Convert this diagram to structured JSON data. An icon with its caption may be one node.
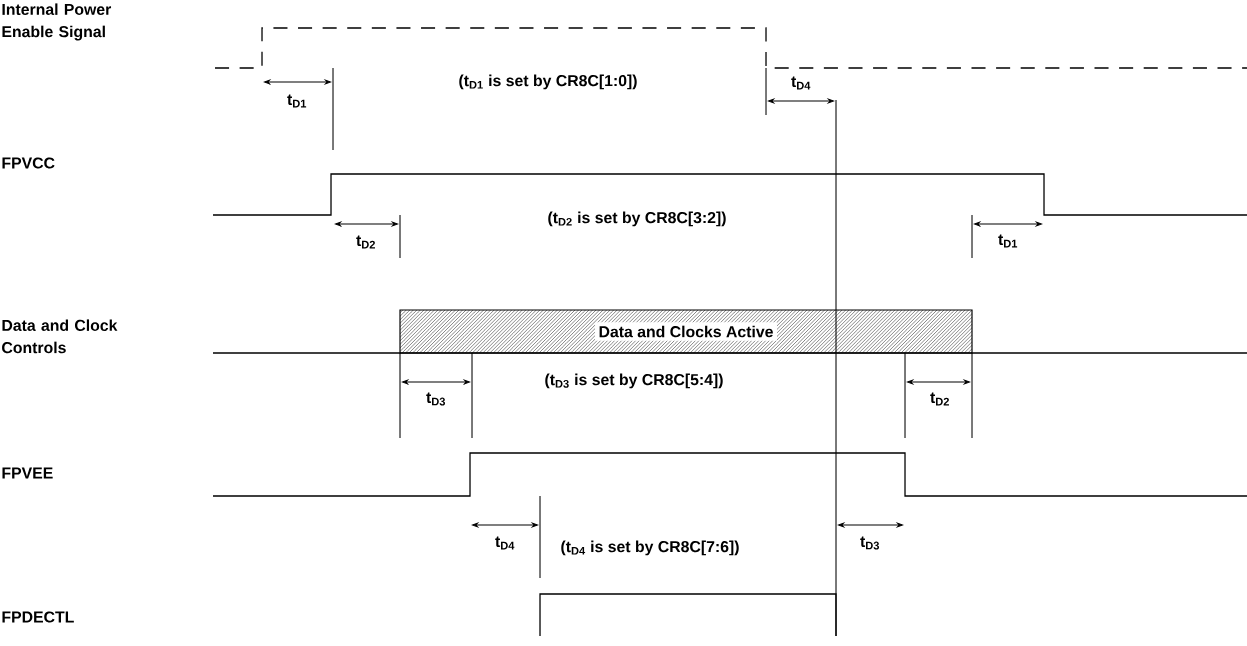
{
  "diagram": {
    "nodes": [
      {
        "text": [
          "Data and Clocks Active"
        ]
      }
    ],
    "labels": [
      "Internal Power Enable Signal",
      "t$_{D1}$",
      "(t$_{D1}$ is set by CR8C[1:0])",
      "t$_{D4}$",
      "FPVCC",
      "t$_{D2}$",
      "(t$_{D2}$ is set by CR8C[3:2])",
      "t$_{D1}$",
      "Data and Clock Controls",
      "t$_{D3}$",
      "(t$_{D3}$ is set by CR8C[5:4])",
      "t$_{D2}$",
      "FPVEE",
      "t$_{D4}$",
      "(t$_{D4}$ is set by CR8C[7:6])",
      "t$_{D3}$",
      "FPDECTL"
    ]
  }
}
